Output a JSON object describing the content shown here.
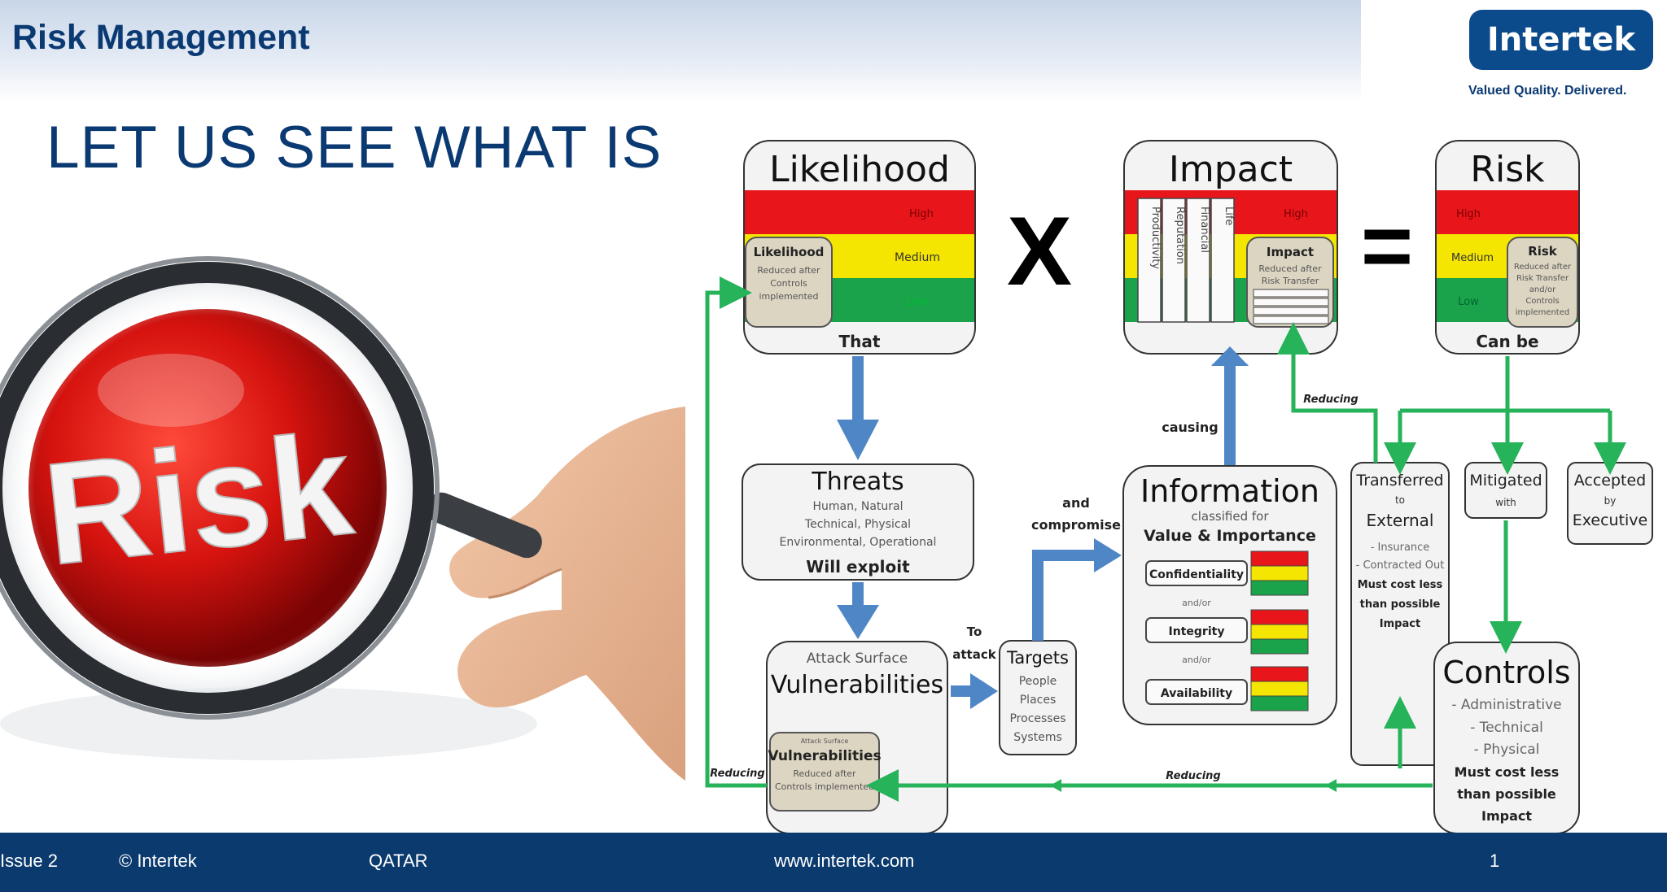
{
  "header": {
    "title": "Risk Management",
    "logo": "Intertek",
    "tagline": "Valued Quality. Delivered."
  },
  "headline": "LET US SEE WHAT IS",
  "image": {
    "label": "Risk"
  },
  "diagram": {
    "likelihood": {
      "title": "Likelihood",
      "levels": [
        "High",
        "Medium",
        "Low"
      ],
      "inner_title": "Likelihood",
      "inner_text": [
        "Reduced after",
        "Controls",
        "implemented"
      ],
      "caption": "That"
    },
    "multiply": "X",
    "impact": {
      "title": "Impact",
      "levels": [
        "High"
      ],
      "categories": [
        "Productivity",
        "Reputation",
        "Financial",
        "Life"
      ],
      "inner_title": "Impact",
      "inner_text": [
        "Reduced after",
        "Risk Transfer"
      ]
    },
    "equals": "=",
    "risk": {
      "title": "Risk",
      "levels": [
        "High",
        "Medium",
        "Low"
      ],
      "inner_title": "Risk",
      "inner_text": [
        "Reduced after",
        "Risk Transfer",
        "and/or",
        "Controls",
        "implemented"
      ],
      "caption": "Can be"
    },
    "threats": {
      "title": "Threats",
      "lines": [
        "Human, Natural",
        "Technical, Physical",
        "Environmental, Operational"
      ],
      "caption": "Will exploit"
    },
    "vulnerabilities": {
      "subtitle": "Attack Surface",
      "title": "Vulnerabilities",
      "inner_small": "Attack Surface",
      "inner_title": "Vulnerabilities",
      "inner_text": [
        "Reduced after",
        "Controls implemented"
      ]
    },
    "to_attack": [
      "To",
      "attack"
    ],
    "targets": {
      "title": "Targets",
      "lines": [
        "People",
        "Places",
        "Processes",
        "Systems"
      ]
    },
    "and_compromise": [
      "and",
      "compromise"
    ],
    "information": {
      "title": "Information",
      "subtitle": "classified for",
      "subtitle2": "Value & Importance",
      "items": [
        "Confidentiality",
        "Integrity",
        "Availability"
      ],
      "connector": "and/or"
    },
    "causing": "causing",
    "reducing": "Reducing",
    "options": [
      {
        "title": [
          "Transferred",
          "to",
          "External"
        ],
        "lines": [
          "- Insurance",
          "- Contracted Out"
        ],
        "bold": [
          "Must cost less",
          "than possible",
          "Impact"
        ]
      },
      {
        "title": [
          "Mitigated",
          "with"
        ]
      },
      {
        "title": [
          "Accepted",
          "by",
          "Executive"
        ]
      }
    ],
    "controls": {
      "title": "Controls",
      "lines": [
        "- Administrative",
        "- Technical",
        "- Physical"
      ],
      "bold": [
        "Must cost less",
        "than possible",
        "Impact"
      ]
    },
    "colors": {
      "red": "#e8161b",
      "yellow": "#f4e600",
      "green": "#1aa34a",
      "blue_arrow": "#4f86c6",
      "green_arrow": "#27b35a"
    }
  },
  "footer": {
    "issue": "Issue 2",
    "copyright": "©  Intertek",
    "location": "QATAR",
    "website": "www.intertek.com",
    "page": "1"
  }
}
